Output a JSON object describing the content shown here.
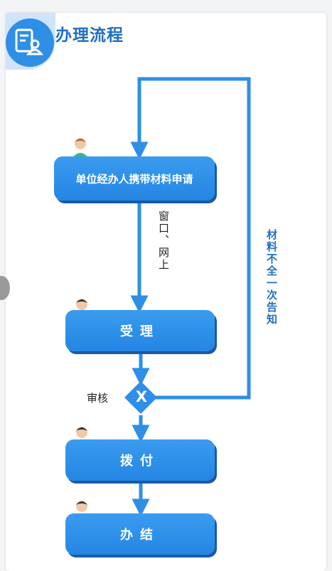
{
  "header": {
    "title": "办理流程",
    "icon": "document-user-icon"
  },
  "steps": [
    {
      "label": "单位经办人携带材料申请",
      "avatar": "applicant-avatar-icon"
    },
    {
      "label": "受理",
      "avatar": "officer-avatar-icon"
    },
    {
      "label": "拨付",
      "avatar": "officer-avatar-icon"
    },
    {
      "label": "办结",
      "avatar": "officer-avatar-icon"
    }
  ],
  "labels": {
    "channel": "窗口、网上",
    "review": "审核",
    "gate": "X",
    "feedback": "材料不全一次告知"
  },
  "colors": {
    "primary": "#2f8ee6",
    "box_shadow": "#1b5aa6",
    "title": "#1f6fc4",
    "arrow": "#2f8ee6"
  }
}
